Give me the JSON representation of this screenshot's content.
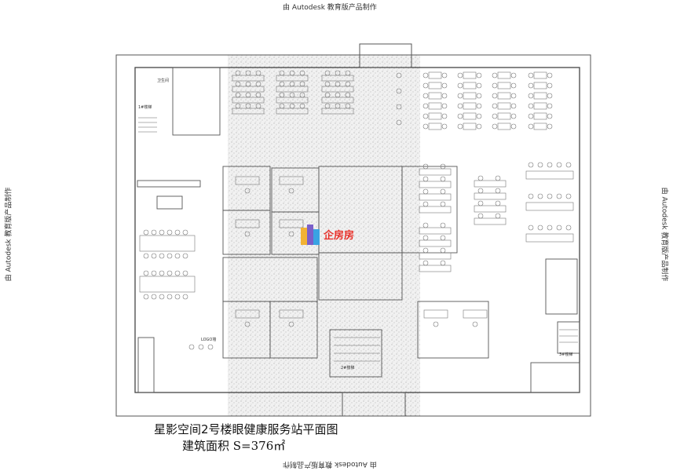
{
  "watermark": "由 Autodesk 教育版产品制作",
  "plan": {
    "title": "星影空间2号楼眼健康服务站平面图",
    "area": "建筑面积 S=376㎡",
    "labels": {
      "stair1": "1#楼梯",
      "stair2": "2#楼梯",
      "stair3": "3#楼梯",
      "restroom": "卫生间",
      "logo_wall": "LOGO墙"
    }
  },
  "logo": {
    "text": "企房房",
    "color": "#e8312a"
  }
}
